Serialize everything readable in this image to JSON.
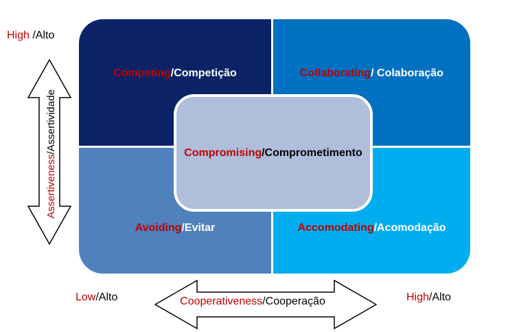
{
  "colors": {
    "competing-bg": "#0b2366",
    "collaborating-bg": "#0070c0",
    "avoiding-bg": "#4f81bd",
    "accommodating-bg": "#00aeef",
    "compromising-bg": "#afbeda",
    "red": "#c00000"
  },
  "quadrants": {
    "competing": {
      "en": "Competing",
      "pt": "/Competição"
    },
    "collaborating": {
      "en": "Collaborating",
      "pt": "/ Colaboração"
    },
    "avoiding": {
      "en": "Avoiding",
      "pt": "/Evitar"
    },
    "accommodating": {
      "en": "Accomodating",
      "pt": "/Acomodação"
    },
    "compromising": {
      "en": "Compromising",
      "pt": "/Comprometimento"
    }
  },
  "axes": {
    "vertical": {
      "en": "Assertiveness",
      "pt": "/Assertividade"
    },
    "horizontal": {
      "en": "Cooperativeness",
      "pt": "/Cooperação"
    }
  },
  "corner_labels": {
    "top_left": {
      "en": "High ",
      "pt": "/Alto"
    },
    "bottom_left": {
      "en": "Low",
      "pt": "/Alto"
    },
    "bottom_right": {
      "en": "High",
      "pt": "/Alto"
    }
  }
}
